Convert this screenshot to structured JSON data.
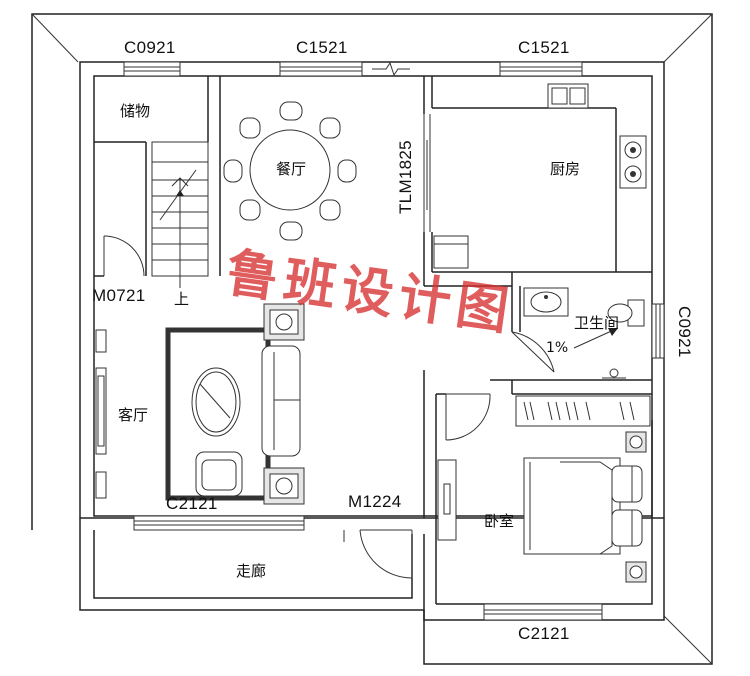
{
  "rooms": {
    "storage": "储物",
    "dining": "餐厅",
    "kitchen": "厨房",
    "bathroom": "卫生间",
    "living": "客厅",
    "bedroom": "卧室",
    "corridor": "走廊"
  },
  "openings": {
    "window_top_left": "C0921",
    "window_top_mid": "C1521",
    "window_top_right": "C1521",
    "door_sliding": "TLM1825",
    "door_storage": "M0721",
    "window_living": "C2121",
    "door_corridor": "M1224",
    "window_bath": "C0921",
    "window_bedroom": "C2121"
  },
  "annotations": {
    "stair_up": "上",
    "slope": "1%"
  },
  "watermark": "鲁班设计图",
  "colors": {
    "background": "#f4f4f4",
    "wall": "#222222",
    "watermark": "#d63030"
  }
}
